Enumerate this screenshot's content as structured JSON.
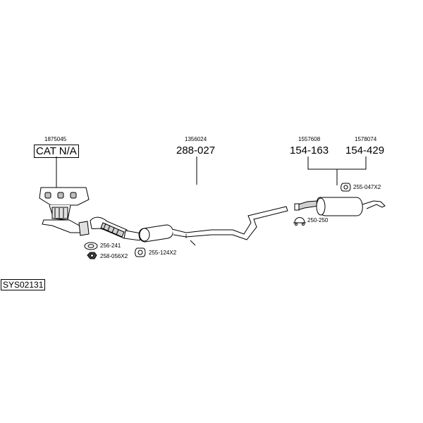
{
  "diagram": {
    "system_code": "SYS02131",
    "parts": [
      {
        "id": "manifold",
        "oem": "1875045",
        "ref": "CAT N/A"
      },
      {
        "id": "front",
        "oem": "1356024",
        "ref": "288-027"
      },
      {
        "id": "rear-a",
        "oem": "1557608",
        "ref": "154-163"
      },
      {
        "id": "rear-b",
        "oem": "1578074",
        "ref": "154-429"
      }
    ],
    "accessories": [
      {
        "id": "gasket",
        "code": "256-241"
      },
      {
        "id": "nut",
        "code": "258-056X2"
      },
      {
        "id": "hanger-front",
        "code": "255-124X2"
      },
      {
        "id": "clamp",
        "code": "250-250"
      },
      {
        "id": "hanger-rear",
        "code": "255-047X2"
      }
    ],
    "colors": {
      "line": "#000000",
      "fill": "#ffffff",
      "shade": "#bfbfbf"
    }
  }
}
